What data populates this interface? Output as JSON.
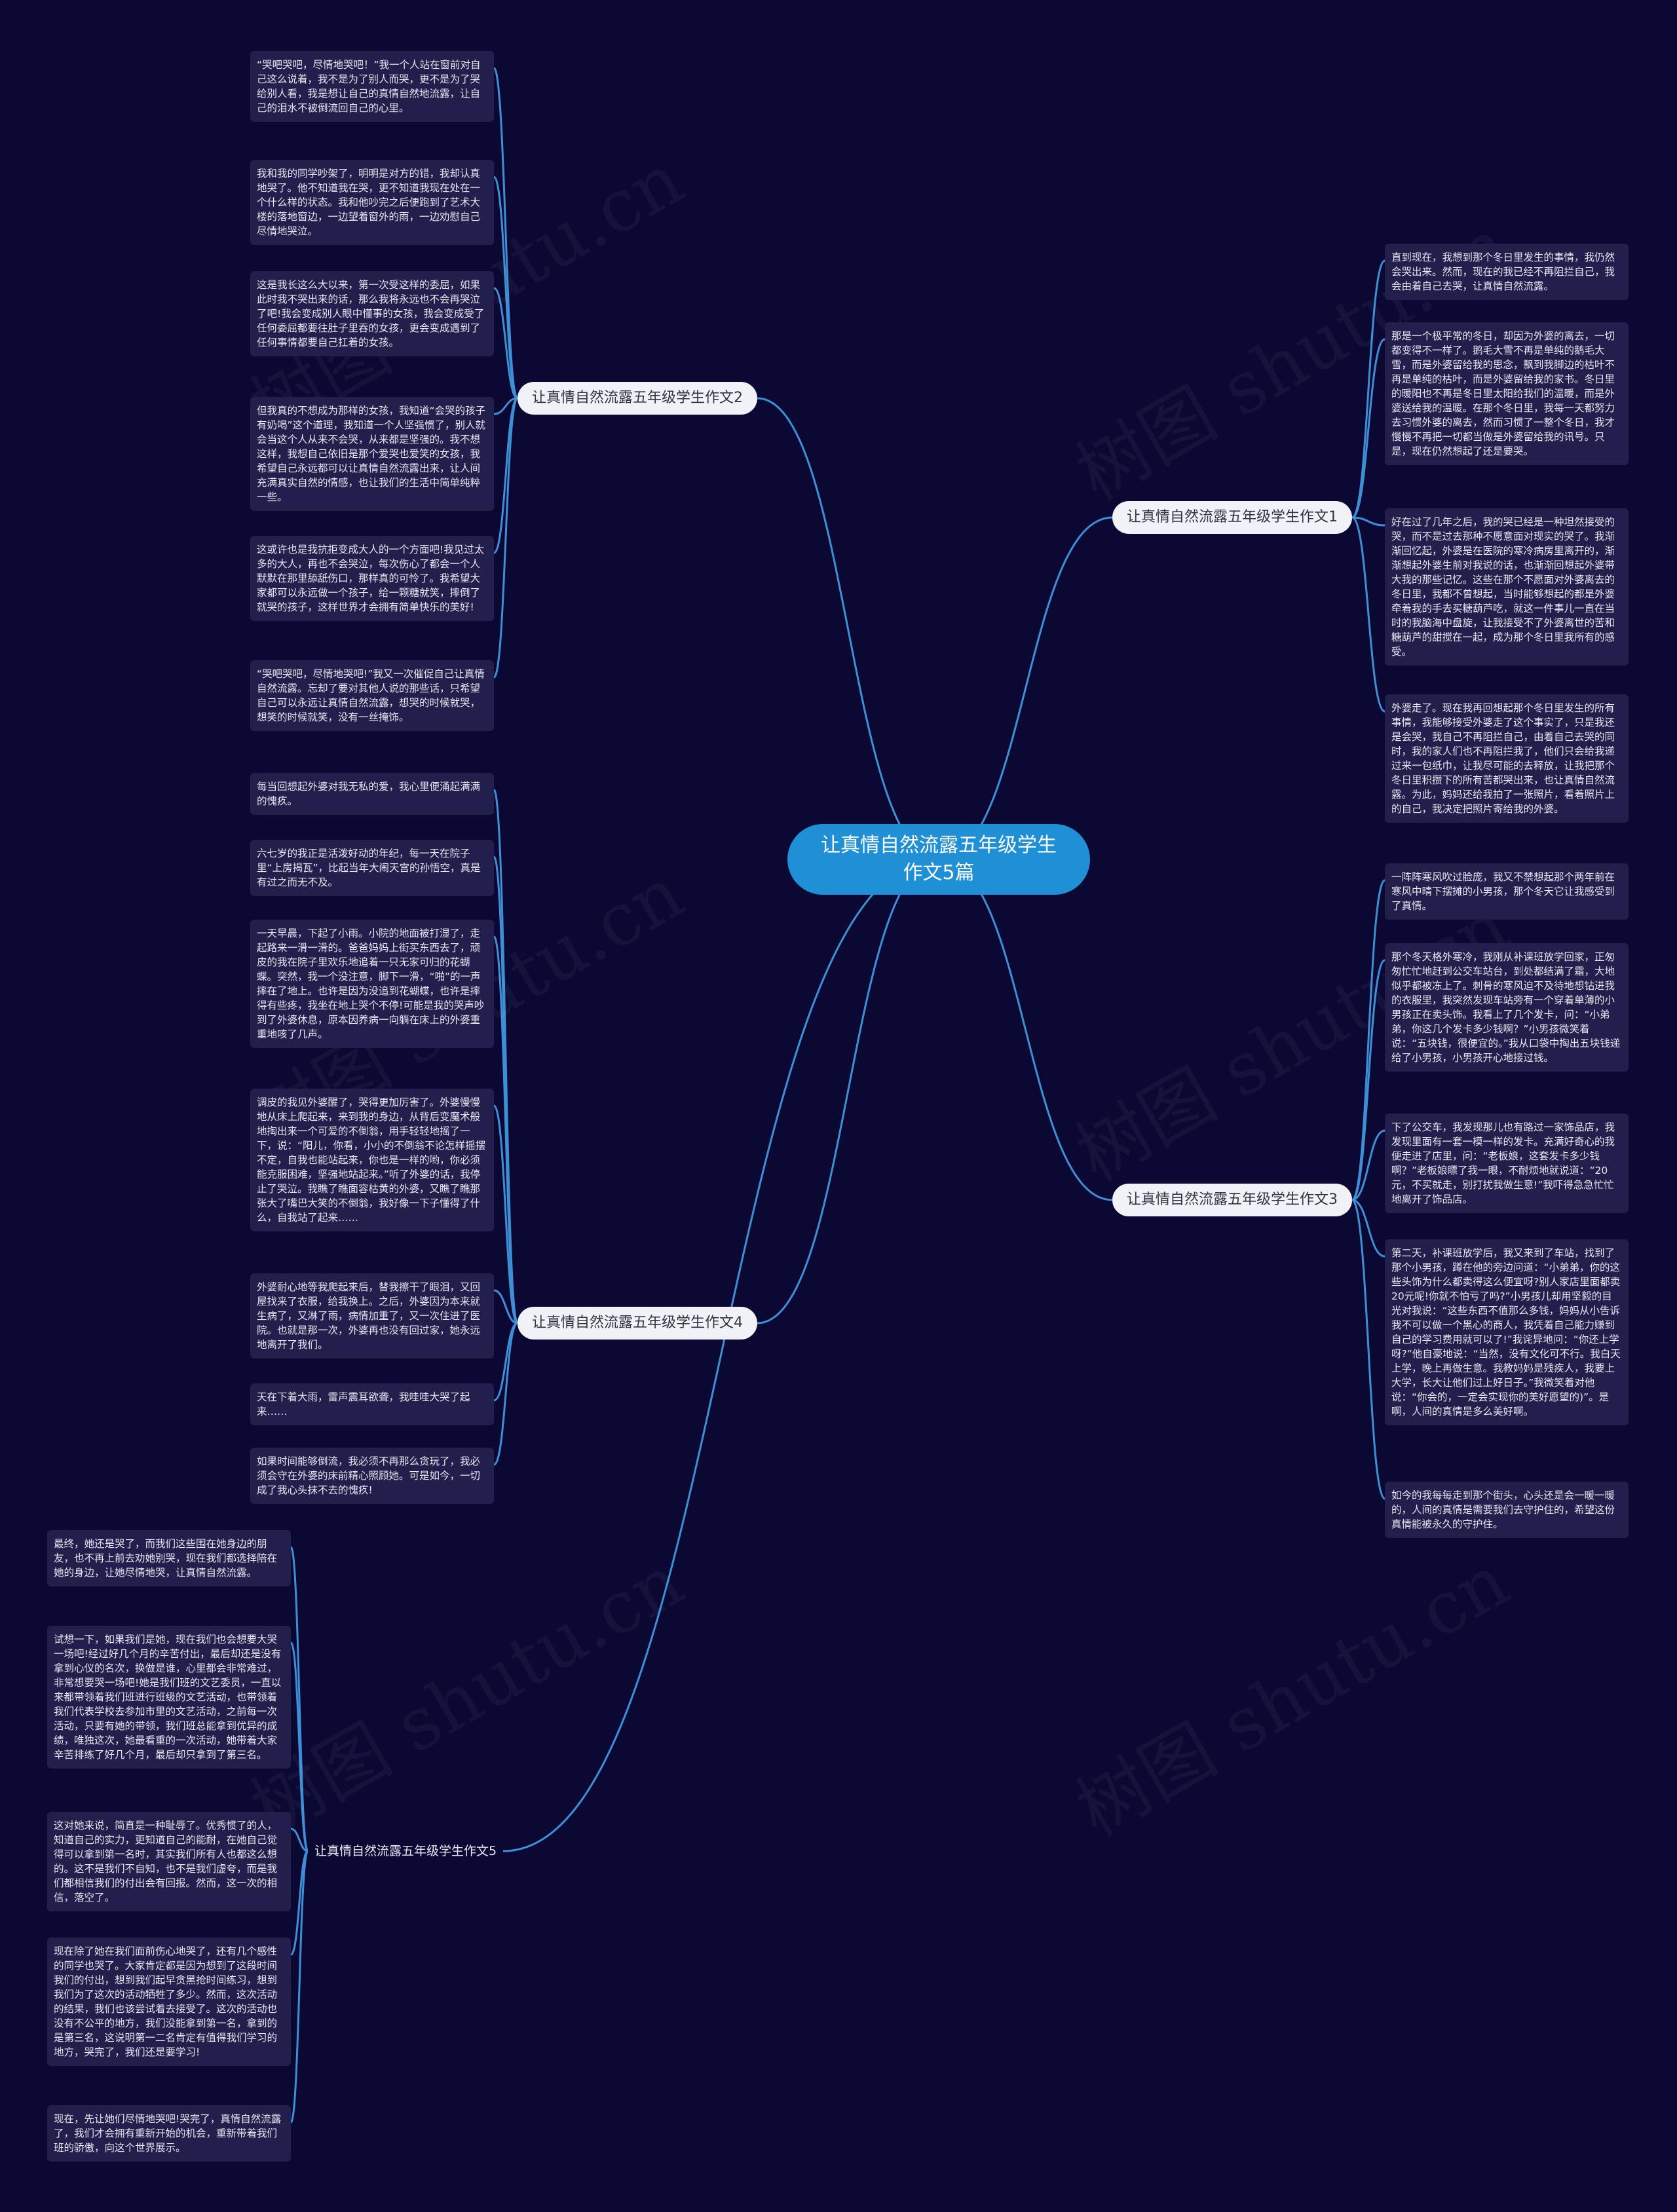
{
  "root": {
    "label": "让真情自然流露五年级学生作文5篇"
  },
  "watermark": "树图 shutu.cn",
  "colors": {
    "background": "#0b0933",
    "root": "#1f8fd6",
    "branch": "#f1f2f7",
    "leaf": "#221f4c",
    "link": "#3d8fd6"
  },
  "branches": [
    {
      "label": "让真情自然流露五年级学生作文1",
      "leaves": [
        "直到现在，我想到那个冬日里发生的事情，我仍然会哭出来。然而，现在的我已经不再阻拦自己，我会由着自己去哭，让真情自然流露。",
        "那是一个极平常的冬日，却因为外婆的离去，一切都变得不一样了。鹅毛大雪不再是单纯的鹅毛大雪，而是外婆留给我的思念，飘到我脚边的枯叶不再是单纯的枯叶，而是外婆留给我的家书。冬日里的暖阳也不再是冬日里太阳给我们的温暖，而是外婆送给我的温暖。在那个冬日里，我每一天都努力去习惯外婆的离去，然而习惯了一整个冬日，我才慢慢不再把一切都当做是外婆留给我的讯号。只是，现在仍然想起了还是要哭。",
        "好在过了几年之后，我的哭已经是一种坦然接受的哭，而不是过去那种不愿意面对现实的哭了。我渐渐回忆起，外婆是在医院的寒冷病房里离开的，渐渐想起外婆生前对我说的话，也渐渐回想起外婆带大我的那些记忆。这些在那个不愿面对外婆离去的冬日里，我都不曾想起，当时能够想起的都是外婆牵着我的手去买糖葫芦吃，就这一件事儿一直在当时的我脑海中盘旋，让我接受不了外婆离世的苦和糖葫芦的甜搅在一起，成为那个冬日里我所有的感受。",
        "外婆走了。现在我再回想起那个冬日里发生的所有事情，我能够接受外婆走了这个事实了，只是我还是会哭，我自己不再阻拦自己，由着自己去哭的同时，我的家人们也不再阻拦我了，他们只会给我递过来一包纸巾，让我尽可能的去释放，让我把那个冬日里积攒下的所有苦都哭出来，也让真情自然流露。为此，妈妈还给我拍了一张照片，看着照片上的自己，我决定把照片寄给我的外婆。"
      ]
    },
    {
      "label": "让真情自然流露五年级学生作文2",
      "leaves": [
        "“哭吧哭吧，尽情地哭吧！”我一个人站在窗前对自己这么说着，我不是为了别人而哭，更不是为了哭给别人看，我是想让自己的真情自然地流露，让自己的泪水不被倒流回自己的心里。",
        "我和我的同学吵架了，明明是对方的错，我却认真地哭了。他不知道我在哭，更不知道我现在处在一个什么样的状态。我和他吵完之后便跑到了艺术大楼的落地窗边，一边望着窗外的雨，一边劝慰自己尽情地哭泣。",
        "这是我长这么大以来，第一次受这样的委屈，如果此时我不哭出来的话，那么我将永远也不会再哭泣了吧!我会变成别人眼中懂事的女孩，我会变成受了任何委屈都要往肚子里吞的女孩，更会变成遇到了任何事情都要自己扛着的女孩。",
        "但我真的不想成为那样的女孩，我知道“会哭的孩子有奶喝”这个道理，我知道一个人坚强惯了，别人就会当这个人从来不会哭，从来都是坚强的。我不想这样，我想自己依旧是那个爱哭也爱笑的女孩，我希望自己永远都可以让真情自然流露出来，让人间充满真实自然的情感，也让我们的生活中简单纯粹一些。",
        "这或许也是我抗拒变成大人的一个方面吧!我见过太多的大人，再也不会哭泣，每次伤心了都会一个人默默在那里舔舐伤口，那样真的可怜了。我希望大家都可以永远做一个孩子，给一颗糖就笑，摔倒了就哭的孩子，这样世界才会拥有简单快乐的美好!",
        "“哭吧哭吧，尽情地哭吧!”我又一次催促自己让真情自然流露。忘却了要对其他人说的那些话，只希望自己可以永远让真情自然流露，想哭的时候就哭，想笑的时候就笑，没有一丝掩饰。"
      ]
    },
    {
      "label": "让真情自然流露五年级学生作文3",
      "leaves": [
        "一阵阵寒风吹过脸庞，我又不禁想起那个两年前在寒风中晴下摆摊的小男孩，那个冬天它让我感受到了真情。",
        "那个冬天格外寒冷，我刚从补课班放学回家，正匆匆忙忙地赶到公交车站台，到处都结满了霜，大地似乎都被冻上了。刺骨的寒风迫不及待地想钻进我的衣服里，我突然发现车站旁有一个穿着单薄的小男孩正在卖头饰。我看上了几个发卡，问：“小弟弟，你这几个发卡多少钱啊？”小男孩微笑着说：“五块钱，很便宜的。”我从口袋中掏出五块钱递给了小男孩，小男孩开心地接过钱。",
        "下了公交车，我发现那儿也有路过一家饰品店，我发现里面有一套一模一样的发卡。充满好奇心的我便走进了店里，问：“老板娘，这套发卡多少钱啊？”老板娘瞟了我一眼，不耐烦地就说道：“20元，不买就走，别打扰我做生意!”我吓得急急忙忙地离开了饰品店。",
        "第二天，补课班放学后，我又来到了车站，找到了那个小男孩，蹲在他的旁边问道：“小弟弟，你的这些头饰为什么都卖得这么便宜呀?别人家店里面都卖20元呢!你就不怕亏了吗?”小男孩儿却用坚毅的目光对我说：“这些东西不值那么多钱，妈妈从小告诉我不可以做一个黑心的商人，我凭着自己能力赚到自己的学习费用就可以了!”我诧异地问：“你还上学呀?”他自豪地说：“当然，没有文化可不行。我白天上学，晚上再做生意。我教妈妈是残疾人，我要上大学，长大让他们过上好日子。”我微笑着对他说：“你会的，一定会实现你的美好愿望的)”。是啊，人间的真情是多么美好啊。",
        "如今的我每每走到那个街头，心头还是会一暖一暖的，人间的真情是需要我们去守护住的，希望这份真情能被永久的守护住。"
      ]
    },
    {
      "label": "让真情自然流露五年级学生作文4",
      "leaves": [
        "每当回想起外婆对我无私的爱，我心里便涌起满满的愧疚。",
        "六七岁的我正是活泼好动的年纪，每一天在院子里“上房揭瓦”，比起当年大闹天宫的孙悟空，真是有过之而无不及。",
        "一天早晨，下起了小雨。小院的地面被打湿了，走起路来一滑一滑的。爸爸妈妈上街买东西去了，顽皮的我在院子里欢乐地追着一只无家可归的花蝴蝶。突然，我一个没注意，脚下一滑，“啪”的一声摔在了地上。也许是因为没追到花蝴蝶，也许是摔得有些疼，我坐在地上哭个不停!可能是我的哭声吵到了外婆休息，原本因养病一向躺在床上的外婆重重地咳了几声。",
        "调皮的我见外婆醒了，哭得更加厉害了。外婆慢慢地从床上爬起来，来到我的身边，从背后变魔术般地掏出来一个可爱的不倒翁，用手轻轻地摇了一下，说：“阳儿，你看，小小的不倒翁不论怎样摇摆不定，自我也能站起来，你也是一样的哟，你必须能克服困难，坚强地站起来。”听了外婆的话，我停止了哭泣。我瞧了瞧面容枯黄的外婆，又瞧了瞧那张大了嘴巴大笑的不倒翁，我好像一下子懂得了什么，自我站了起来……",
        "外婆耐心地等我爬起来后，替我擦干了眼泪，又回屋找来了衣服，给我换上。之后，外婆因为本来就生病了，又淋了雨，病情加重了，又一次住进了医院。也就是那一次，外婆再也没有回过家，她永远地离开了我们。",
        "天在下着大雨，雷声震耳欲聋，我哇哇大哭了起来……",
        "如果时间能够倒流，我必须不再那么贪玩了，我必须会守在外婆的床前精心照顾她。可是如今，一切成了我心头抹不去的愧疚!"
      ]
    },
    {
      "label": "让真情自然流露五年级学生作文5",
      "leaves": [
        "最终，她还是哭了，而我们这些围在她身边的朋友，也不再上前去劝她别哭，现在我们都选择陪在她的身边，让她尽情地哭，让真情自然流露。",
        "试想一下，如果我们是她，现在我们也会想要大哭一场吧!经过好几个月的辛苦付出，最后却还是没有拿到心仪的名次，换做是谁，心里都会非常难过，非常想要哭一场吧!她是我们班的文艺委员，一直以来都带领着我们班进行班级的文艺活动，也带领着我们代表学校去参加市里的文艺活动，之前每一次活动，只要有她的带领，我们班总能拿到优异的成绩，唯独这次，她最看重的一次活动，她带着大家辛苦排练了好几个月，最后却只拿到了第三名。",
        "这对她来说，简直是一种耻辱了。优秀惯了的人，知道自己的实力，更知道自己的能耐，在她自己觉得可以拿到第一名时，其实我们所有人也都这么想的。这不是我们不自知，也不是我们虚夸，而是我们都相信我们的付出会有回报。然而，这一次的相信，落空了。",
        "现在除了她在我们面前伤心地哭了，还有几个感性的同学也哭了。大家肯定都是因为想到了这段时间我们的付出，想到我们起早贪黑抢时间练习，想到我们为了这次的活动牺牲了多少。然而，这次活动的结果，我们也该尝试着去接受了。这次的活动也没有不公平的地方，我们没能拿到第一名，拿到的是第三名，这说明第一二名肯定有值得我们学习的地方，哭完了，我们还是要学习!",
        "现在，先让她们尽情地哭吧!哭完了，真情自然流露了，我们才会拥有重新开始的机会，重新带着我们班的骄傲，向这个世界展示。"
      ]
    }
  ]
}
